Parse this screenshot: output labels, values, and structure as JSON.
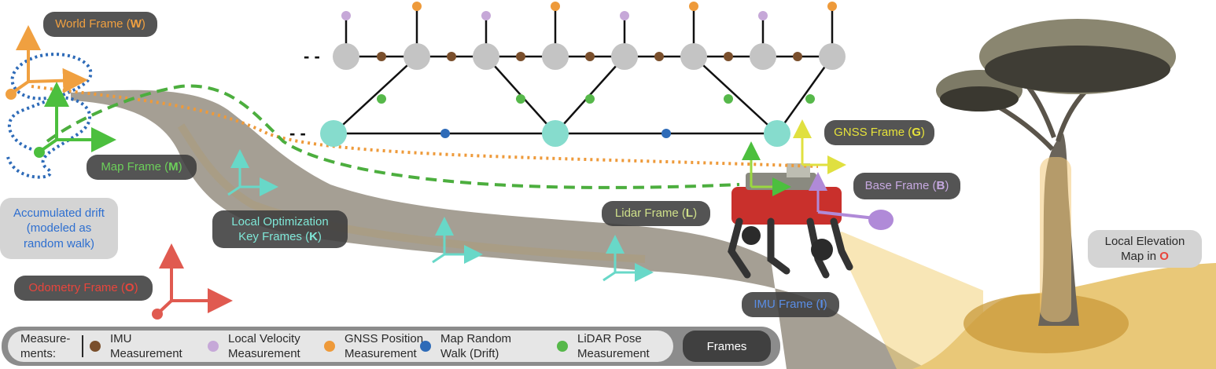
{
  "labels": {
    "world": {
      "text": "World Frame (",
      "key": "W",
      "close": ")"
    },
    "map": {
      "text": "Map Frame (",
      "key": "M",
      "close": ")"
    },
    "drift": {
      "line1": "Accumulated drift",
      "line2": "(modeled as",
      "line3": "random walk)"
    },
    "odometry": {
      "text": "Odometry Frame (",
      "key": "O",
      "close": ")"
    },
    "keyframes": {
      "line1": "Local Optimization",
      "line2": "Key Frames (",
      "key": "K",
      "close": ")"
    },
    "lidar": {
      "text": "Lidar Frame (",
      "key": "L",
      "close": ")"
    },
    "gnss": {
      "text": "GNSS Frame (",
      "key": "G",
      "close": ")"
    },
    "base": {
      "text": "Base Frame (",
      "key": "B",
      "close": ")"
    },
    "imu": {
      "text": "IMU Frame (",
      "key": "I",
      "close": ")"
    },
    "elevation": {
      "line1": "Local Elevation",
      "line2": "Map in ",
      "key": "O"
    }
  },
  "legend": {
    "heading1": "Measure-",
    "heading2": "ments:",
    "items": [
      {
        "line1": "IMU",
        "line2": "Measurement",
        "color": "#7a4f2c"
      },
      {
        "line1": "Local Velocity",
        "line2": "Measurement",
        "color": "#c6a8d8"
      },
      {
        "line1": "GNSS Position",
        "line2": "Measurement",
        "color": "#ee9a3a"
      },
      {
        "line1": "Map Random",
        "line2": "Walk (Drift)",
        "color": "#2e6bb8"
      },
      {
        "line1": "LiDAR Pose",
        "line2": "Measurement",
        "color": "#56b84a"
      }
    ],
    "frames_label": "Frames"
  },
  "graph": {
    "ellipsis": "- -",
    "colors": {
      "state_node": "#c4c4c4",
      "key_node": "#86dccd",
      "imu": "#7a4f2c",
      "velocity": "#c6a8d8",
      "gnss": "#ee9a3a",
      "drift": "#2e6bb8",
      "lidar": "#56b84a"
    }
  }
}
